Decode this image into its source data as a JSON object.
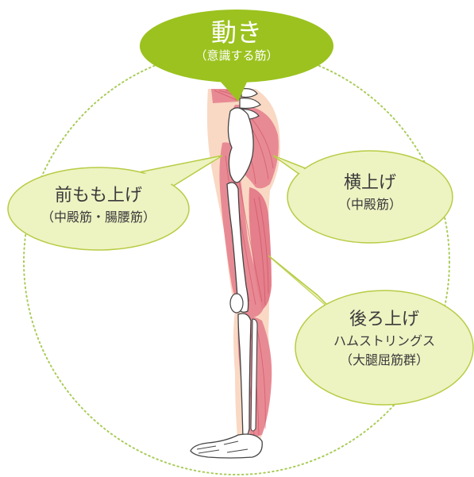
{
  "colors": {
    "title_bubble": "#9bc21e",
    "bubble_fill": "#eef3c2",
    "bubble_stroke": "#b8cc44",
    "dotted_circle": "#a9cc58",
    "skin": "#f9d9c4",
    "muscle": "#e88a94",
    "muscle_stripe": "#c94458",
    "bone": "#ffffff",
    "bone_outline": "#444444"
  },
  "title": {
    "main": "動き",
    "sub": "（意識する筋）"
  },
  "callouts": [
    {
      "id": "front",
      "title": "前もも上げ",
      "sub_lines": [
        "（中殿筋・腸腰筋）"
      ]
    },
    {
      "id": "side",
      "title": "横上げ",
      "sub_lines": [
        "（中殿筋）"
      ]
    },
    {
      "id": "back",
      "title": "後ろ上げ",
      "sub_lines": [
        "ハムストリングス",
        "（大腿屈筋群）"
      ]
    }
  ]
}
